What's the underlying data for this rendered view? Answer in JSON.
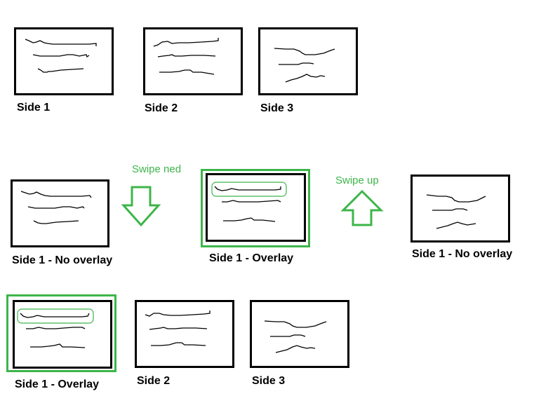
{
  "colors": {
    "frame": "#000000",
    "accent": "#3db54a",
    "background": "#ffffff"
  },
  "row1": {
    "page1_label": "Side 1",
    "page2_label": "Side 2",
    "page3_label": "Side 3"
  },
  "row2": {
    "page1_label": "Side 1 - No overlay",
    "swipe_down_label": "Swipe ned",
    "overlay_label": "Side 1 - Overlay",
    "swipe_up_label": "Swipe up",
    "page1b_label": "Side 1 - No overlay",
    "swipe_down_icon": "arrow-down-icon",
    "swipe_up_icon": "arrow-up-icon"
  },
  "row3": {
    "overlay_label": "Side 1 - Overlay",
    "page2_label": "Side 2",
    "page3_label": "Side 3"
  }
}
